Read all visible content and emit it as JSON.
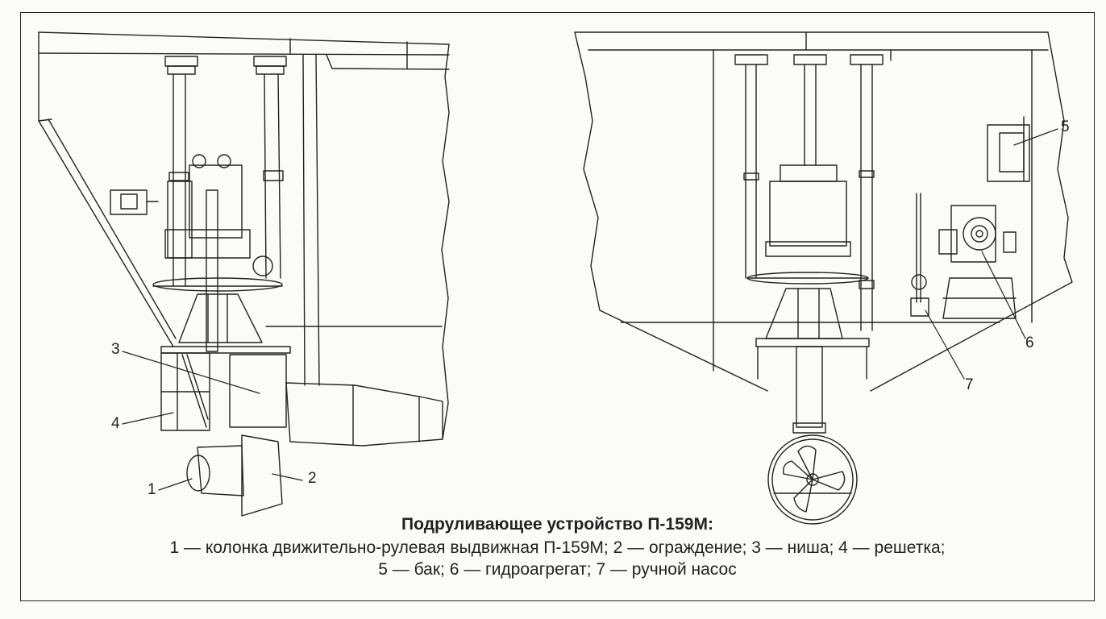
{
  "callouts": {
    "left": {
      "c1": "1",
      "c2": "2",
      "c3": "3",
      "c4": "4"
    },
    "right": {
      "c5": "5",
      "c6": "6",
      "c7": "7"
    }
  },
  "caption": {
    "title": "Подруливающее устройство П-159М:",
    "line1": "1 — колонка движительно-рулевая выдвижная П-159М; 2 — ограждение; 3 — ниша; 4 — решетка;",
    "line2": "5 — бак; 6 — гидроагрегат; 7 — ручной насос"
  },
  "colors": {
    "ink": "#222222",
    "paper": "#fbfbf9"
  }
}
